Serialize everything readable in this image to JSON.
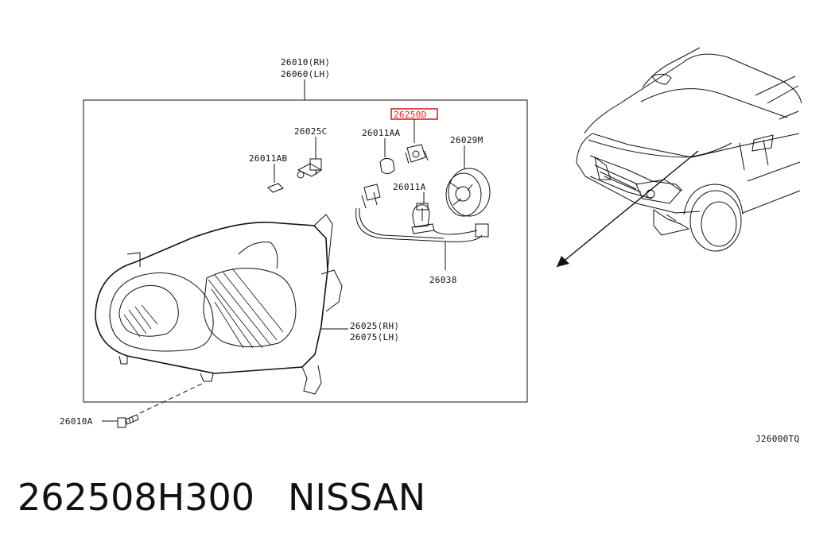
{
  "labels": {
    "assembly_rh": "26010⟨RH⟩",
    "assembly_lh": "26060⟨LH⟩",
    "highlighted_part": "26250D",
    "socket": "26025C",
    "small_bulb": "26011AB",
    "wedge_bulb": "26011AA",
    "cap": "26029M",
    "main_bulb": "26011A",
    "harness": "26038",
    "housing_rh": "26025⟨RH⟩",
    "housing_lh": "26075⟨LH⟩",
    "screw": "26010A",
    "diagram_code": "J26000TQ"
  },
  "caption": {
    "part_number": "262508H300",
    "brand": "NISSAN"
  },
  "colors": {
    "highlight": "#e0201f",
    "ink": "#111111"
  }
}
